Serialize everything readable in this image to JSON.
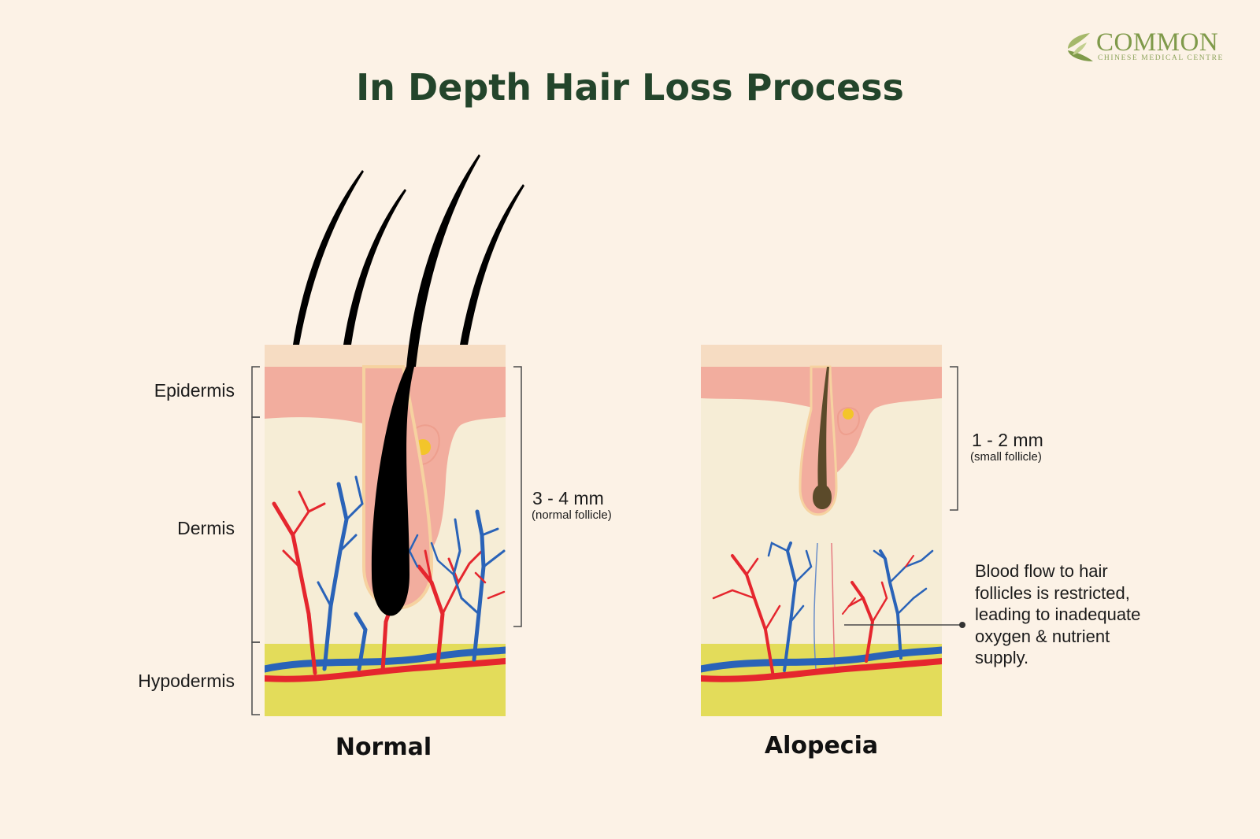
{
  "title": "In Depth Hair Loss Process",
  "logo": {
    "name": "COMMON",
    "subtitle": "CHINESE MEDICAL CENTRE",
    "mark": "leaf-logo"
  },
  "layers": {
    "epidermis": "Epidermis",
    "dermis": "Dermis",
    "hypodermis": "Hypodermis"
  },
  "normal": {
    "caption": "Normal",
    "measure": "3 - 4 mm",
    "measure_note": "(normal follicle)"
  },
  "alopecia": {
    "caption": "Alopecia",
    "measure": "1 - 2 mm",
    "measure_note": "(small follicle)",
    "note": "Blood flow to hair follicles is restricted, leading to inadequate oxygen & nutrient supply."
  },
  "colors": {
    "background": "#fcf2e6",
    "title": "#23452b",
    "skin_surface": "#f6dcc2",
    "epidermis": "#f2ad9e",
    "dermis": "#f6edd6",
    "hypodermis": "#e3dc5a",
    "artery": "#e5262e",
    "vein": "#2a63b8",
    "hair": "#000000",
    "gland": "#f3c52a"
  }
}
